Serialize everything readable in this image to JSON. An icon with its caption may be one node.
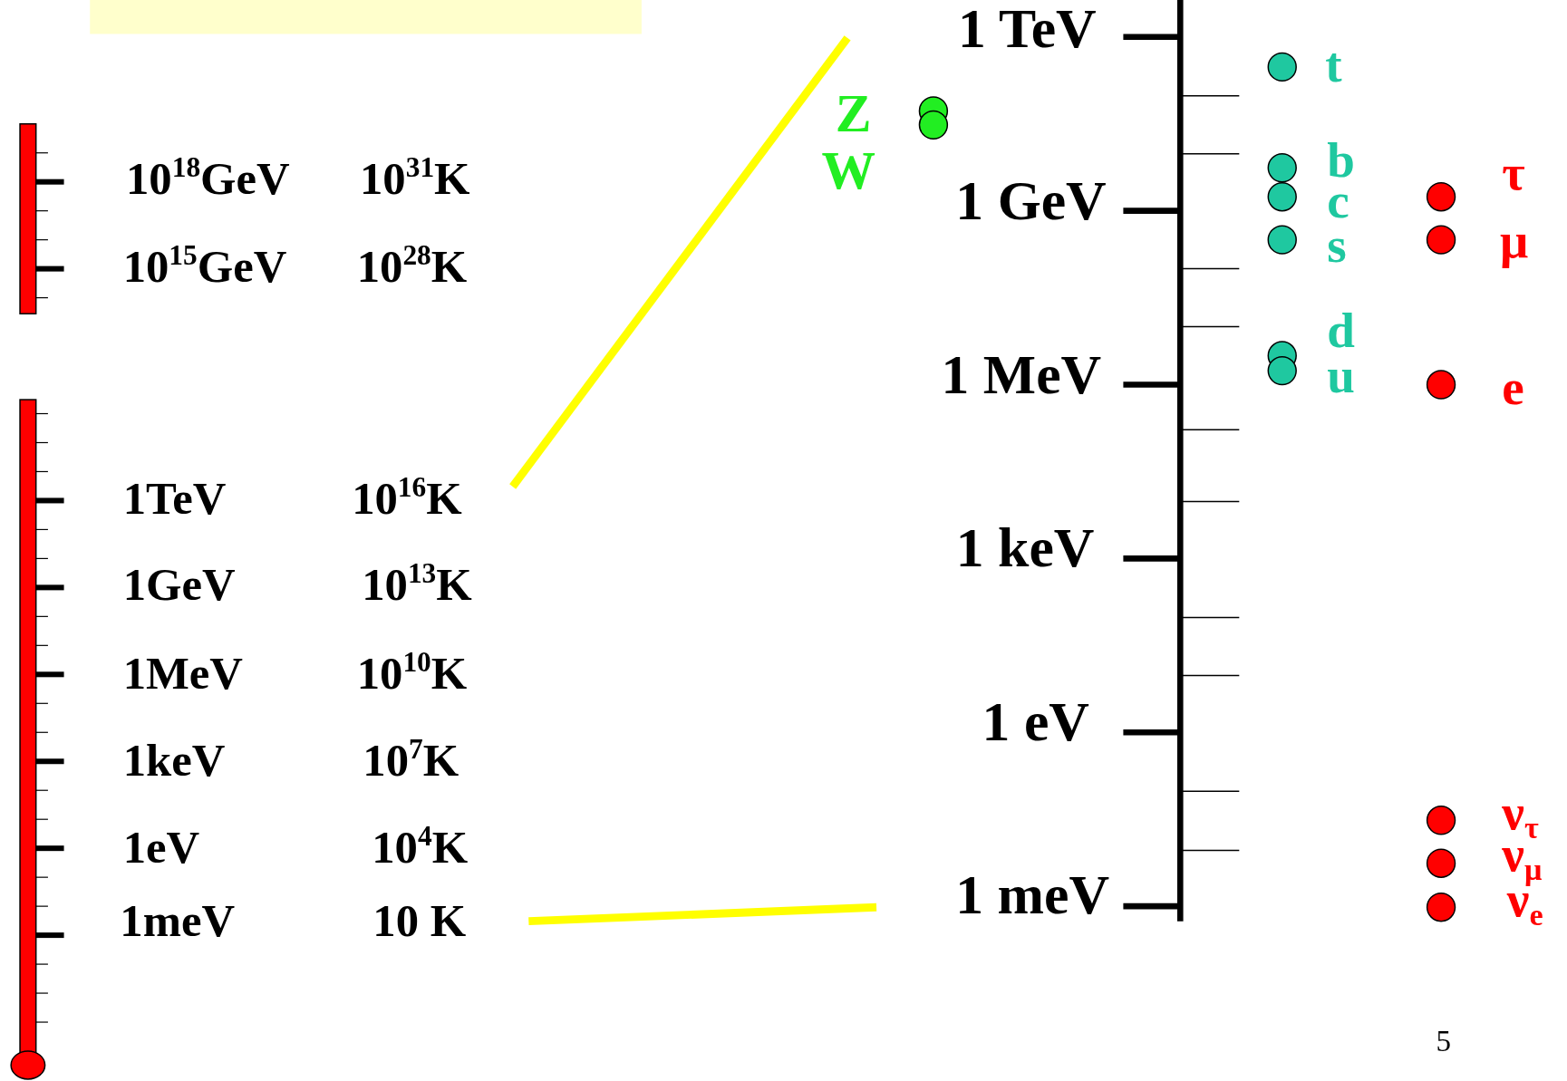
{
  "diagram": {
    "labels": [
      "10$^{18}$GeV",
      "10$^{31}$K",
      "10$^{15}$GeV",
      "10$^{28}$K",
      "1TeV",
      "10$^{16}$K",
      "1GeV",
      "10$^{13}$K",
      "1MeV",
      "10$^{10}$K",
      "1keV",
      "10$^{7}$K",
      "1eV",
      "10$^{4}$K",
      "1meV",
      "10 K",
      "1 TeV",
      "t",
      "Z",
      "W",
      "b",
      "τ",
      "1 GeV",
      "c",
      "s",
      "μ",
      "d",
      "1 MeV",
      "u",
      "e",
      "1 keV",
      "1 eV",
      "ν$_{τ}$",
      "ν$_{μ}$",
      "1 meV",
      "ν$_{e}$",
      "5"
    ]
  }
}
